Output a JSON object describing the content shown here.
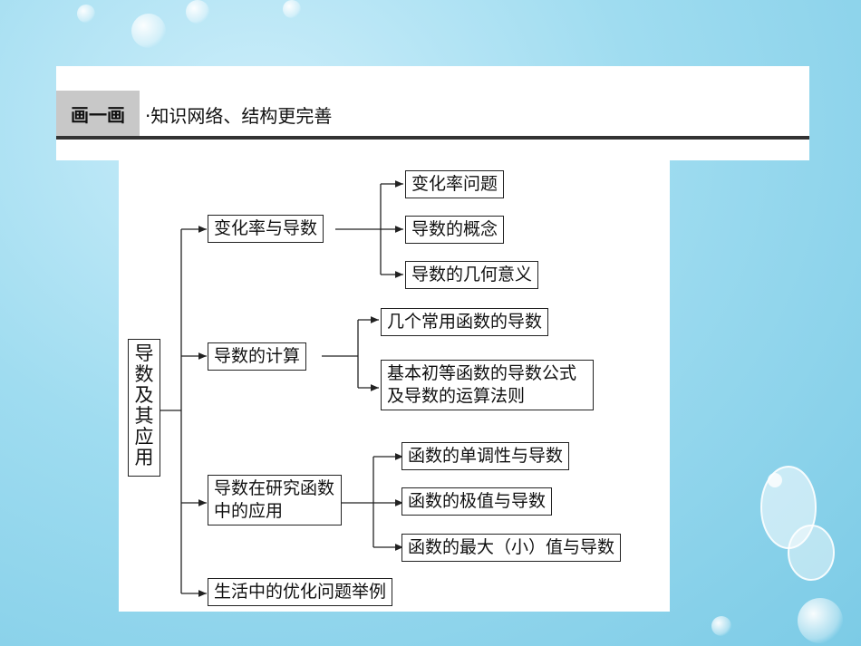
{
  "header": {
    "tag": "画一画",
    "subtitle": "·知识网络、结构更完善"
  },
  "diagram": {
    "root": "导数及其应用",
    "branches": [
      {
        "label": "变化率与导数",
        "children": [
          "变化率问题",
          "导数的概念",
          "导数的几何意义"
        ]
      },
      {
        "label": "导数的计算",
        "children": [
          "几个常用函数的导数",
          "基本初等函数的导数公式及导数的运算法则"
        ]
      },
      {
        "label": "导数在研究函数中的应用",
        "children": [
          "函数的单调性与导数",
          "函数的极值与导数",
          "函数的最大（小）值与导数"
        ]
      },
      {
        "label": "生活中的优化问题举例",
        "children": []
      }
    ]
  }
}
